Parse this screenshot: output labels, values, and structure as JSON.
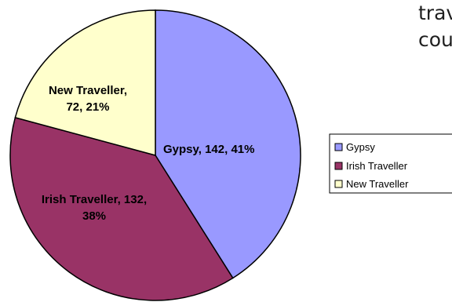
{
  "body_text": {
    "line1": "travelling co",
    "line2": "country."
  },
  "chart_data": {
    "type": "pie",
    "slices": [
      {
        "name": "Gypsy",
        "value": 142,
        "percent": 41,
        "color": "#9999ff",
        "label_line1": "Gypsy, 142, 41%",
        "label_line2": ""
      },
      {
        "name": "Irish Traveller",
        "value": 132,
        "percent": 38,
        "color": "#993366",
        "label_line1": "Irish Traveller, 132,",
        "label_line2": "38%"
      },
      {
        "name": "New Traveller",
        "value": 72,
        "percent": 21,
        "color": "#ffffcc",
        "label_line1": "New Traveller,",
        "label_line2": "72, 21%"
      }
    ],
    "legend": {
      "position": "right",
      "entries": [
        "Gypsy",
        "Irish Traveller",
        "New Traveller"
      ]
    },
    "start_angle_deg": 0,
    "direction": "clockwise"
  }
}
